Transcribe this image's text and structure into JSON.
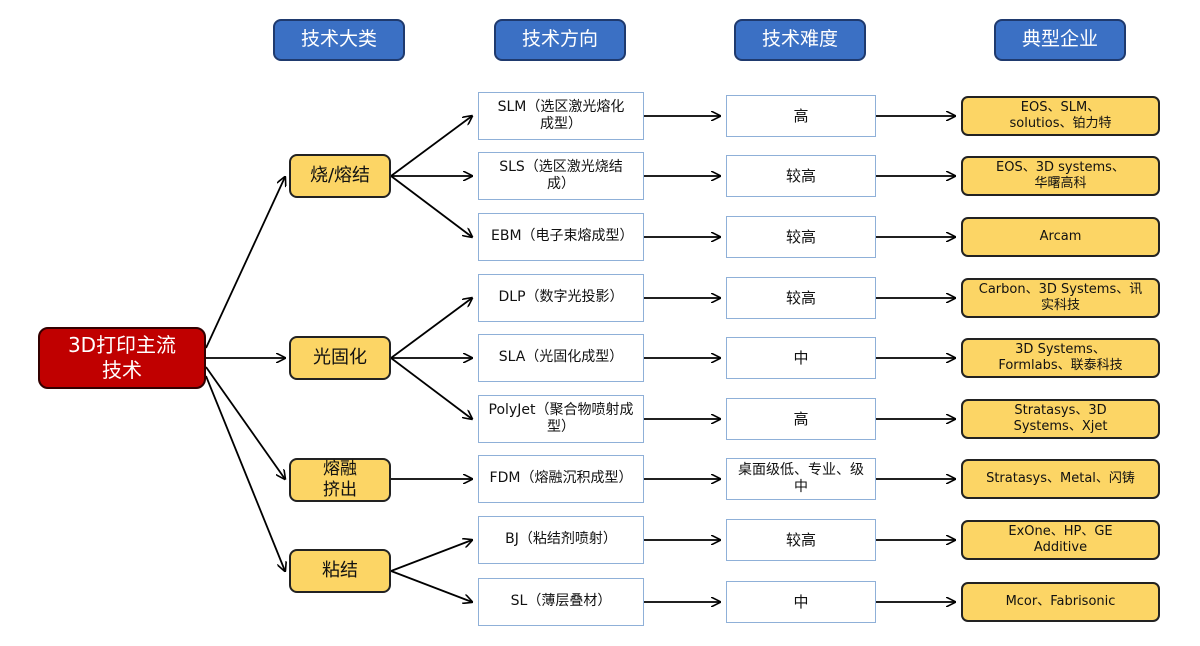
{
  "headers": [
    "技术大类",
    "技术方向",
    "技术难度",
    "典型企业"
  ],
  "root": "3D打印主流技术",
  "categories": [
    "烧/熔结",
    "光固化",
    "熔融挤出",
    "粘结"
  ],
  "rows": [
    {
      "direction": "SLM（选区激光熔化成型）",
      "difficulty": "高",
      "companies": "EOS、SLM、solutios、铂力特"
    },
    {
      "direction": "SLS（选区激光烧结成）",
      "difficulty": "较高",
      "companies": "EOS、3D systems、华曙高科"
    },
    {
      "direction": "EBM（电子束熔成型）",
      "difficulty": "较高",
      "companies": "Arcam"
    },
    {
      "direction": "DLP（数字光投影）",
      "difficulty": "较高",
      "companies": "Carbon、3D Systems、讯实科技"
    },
    {
      "direction": "SLA（光固化成型）",
      "difficulty": "中",
      "companies": "3D Systems、Formlabs、联泰科技"
    },
    {
      "direction": "PolyJet（聚合物喷射成型）",
      "difficulty": "高",
      "companies": "Stratasys、3D Systems、Xjet"
    },
    {
      "direction": "FDM（熔融沉积成型）",
      "difficulty": "桌面级低、专业、级中",
      "companies": "Stratasys、Metal、闪铸"
    },
    {
      "direction": "BJ（粘结剂喷射）",
      "difficulty": "较高",
      "companies": "ExOne、HP、GE Additive"
    },
    {
      "direction": "SL（薄层叠材）",
      "difficulty": "中",
      "companies": "Mcor、Fabrisonic"
    }
  ]
}
